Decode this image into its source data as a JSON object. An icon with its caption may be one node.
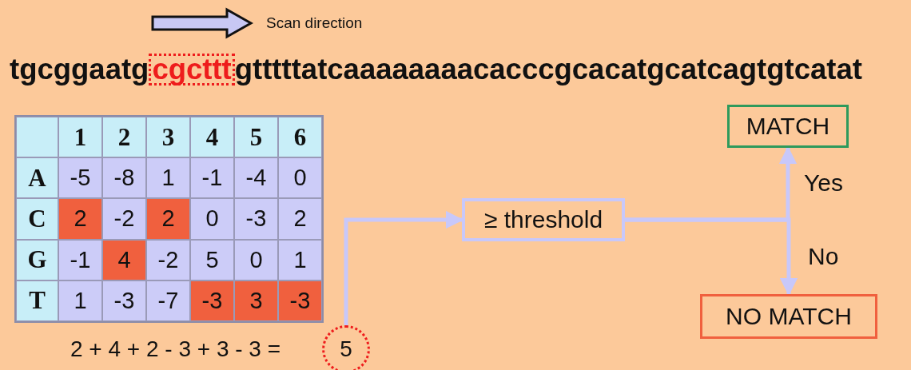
{
  "diagram": {
    "nodes": [
      {
        "text": [
          "cgcttt"
        ]
      },
      {
        "text": [
          "5"
        ]
      },
      {
        "text": [
          "≥ threshold"
        ]
      },
      {
        "text": [
          "MATCH"
        ]
      },
      {
        "text": [
          "NO MATCH"
        ]
      }
    ],
    "edges": [
      {
        "from": 1,
        "to": 2,
        "arrow": "to"
      },
      {
        "from": 2,
        "to": 3,
        "arrow": "to",
        "label": "Yes"
      },
      {
        "from": 2,
        "to": 4,
        "arrow": "to",
        "label": "No"
      }
    ],
    "labels": [
      "Scan direction",
      "tgcggaatg",
      "gtttttatcaaaaaaaacacccgcacatgcatcagtgtcatat",
      "1",
      "2",
      "3",
      "4",
      "5",
      "6",
      "A",
      "-5",
      "-8",
      "1",
      "-1",
      "-4",
      "0",
      "C",
      "2",
      "-2",
      "2",
      "0",
      "-3",
      "2",
      "G",
      "-1",
      "4",
      "-2",
      "5",
      "0",
      "1",
      "T",
      "1",
      "-3",
      "-7",
      "-3",
      "3",
      "-3",
      "2 + 4 + 2 - 3 + 3 - 3 ="
    ]
  }
}
